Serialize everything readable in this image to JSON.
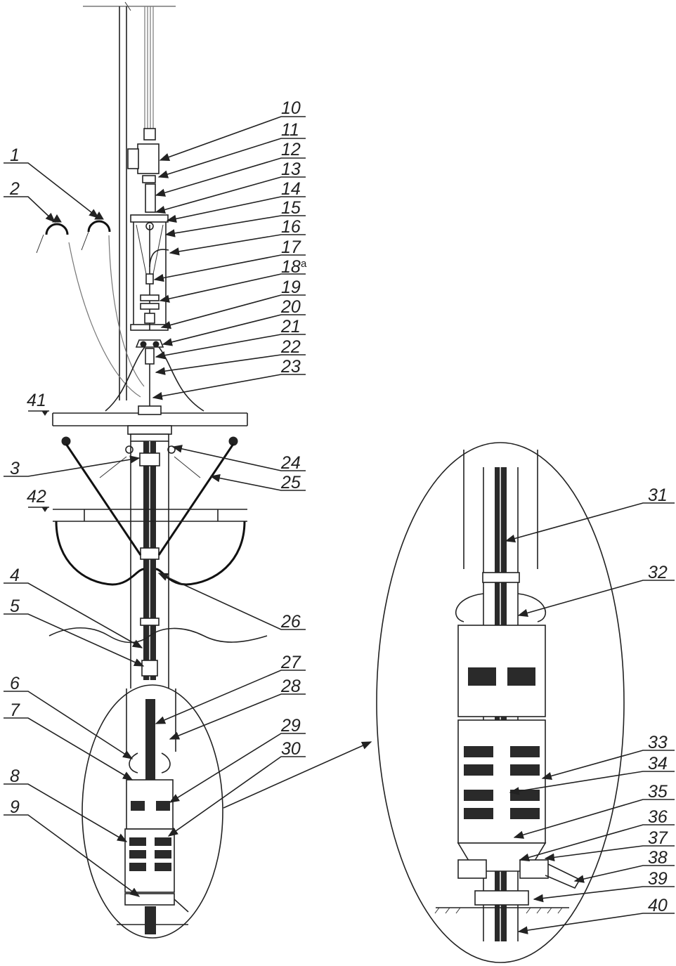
{
  "labels": {
    "l1": "1",
    "l2": "2",
    "l3": "3",
    "l4": "4",
    "l5": "5",
    "l6": "6",
    "l7": "7",
    "l8": "8",
    "l9": "9",
    "l10": "10",
    "l11": "11",
    "l12": "12",
    "l13": "13",
    "l14": "14",
    "l15": "15",
    "l16": "16",
    "l17": "17",
    "l18": "18",
    "l18_suffix": "a",
    "l19": "19",
    "l20": "20",
    "l21": "21",
    "l22": "22",
    "l23": "23",
    "l24": "24",
    "l25": "25",
    "l26": "26",
    "l27": "27",
    "l28": "28",
    "l29": "29",
    "l30": "30",
    "l31": "31",
    "l32": "32",
    "l33": "33",
    "l34": "34",
    "l35": "35",
    "l36": "36",
    "l37": "37",
    "l38": "38",
    "l39": "39",
    "l40": "40",
    "l41": "41",
    "l42": "42"
  }
}
